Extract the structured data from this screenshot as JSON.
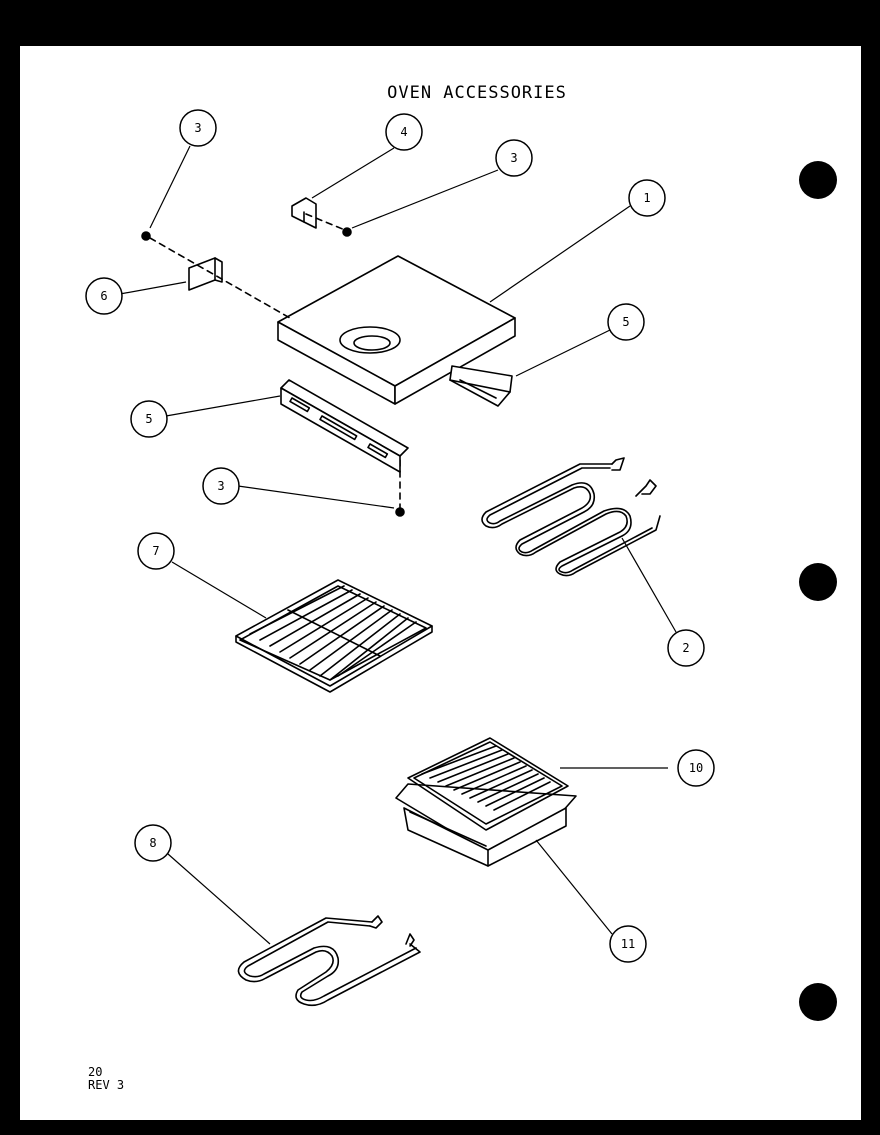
{
  "page": {
    "title": "OVEN ACCESSORIES",
    "footer_page": "20",
    "footer_rev": "REV 3"
  },
  "callouts": [
    {
      "label": "3"
    },
    {
      "label": "4"
    },
    {
      "label": "3"
    },
    {
      "label": "1"
    },
    {
      "label": "6"
    },
    {
      "label": "5"
    },
    {
      "label": "5"
    },
    {
      "label": "3"
    },
    {
      "label": "7"
    },
    {
      "label": "2"
    },
    {
      "label": "10"
    },
    {
      "label": "8"
    },
    {
      "label": "11"
    }
  ],
  "colors": {
    "background": "#000000",
    "paper": "#ffffff",
    "ink": "#000000"
  }
}
